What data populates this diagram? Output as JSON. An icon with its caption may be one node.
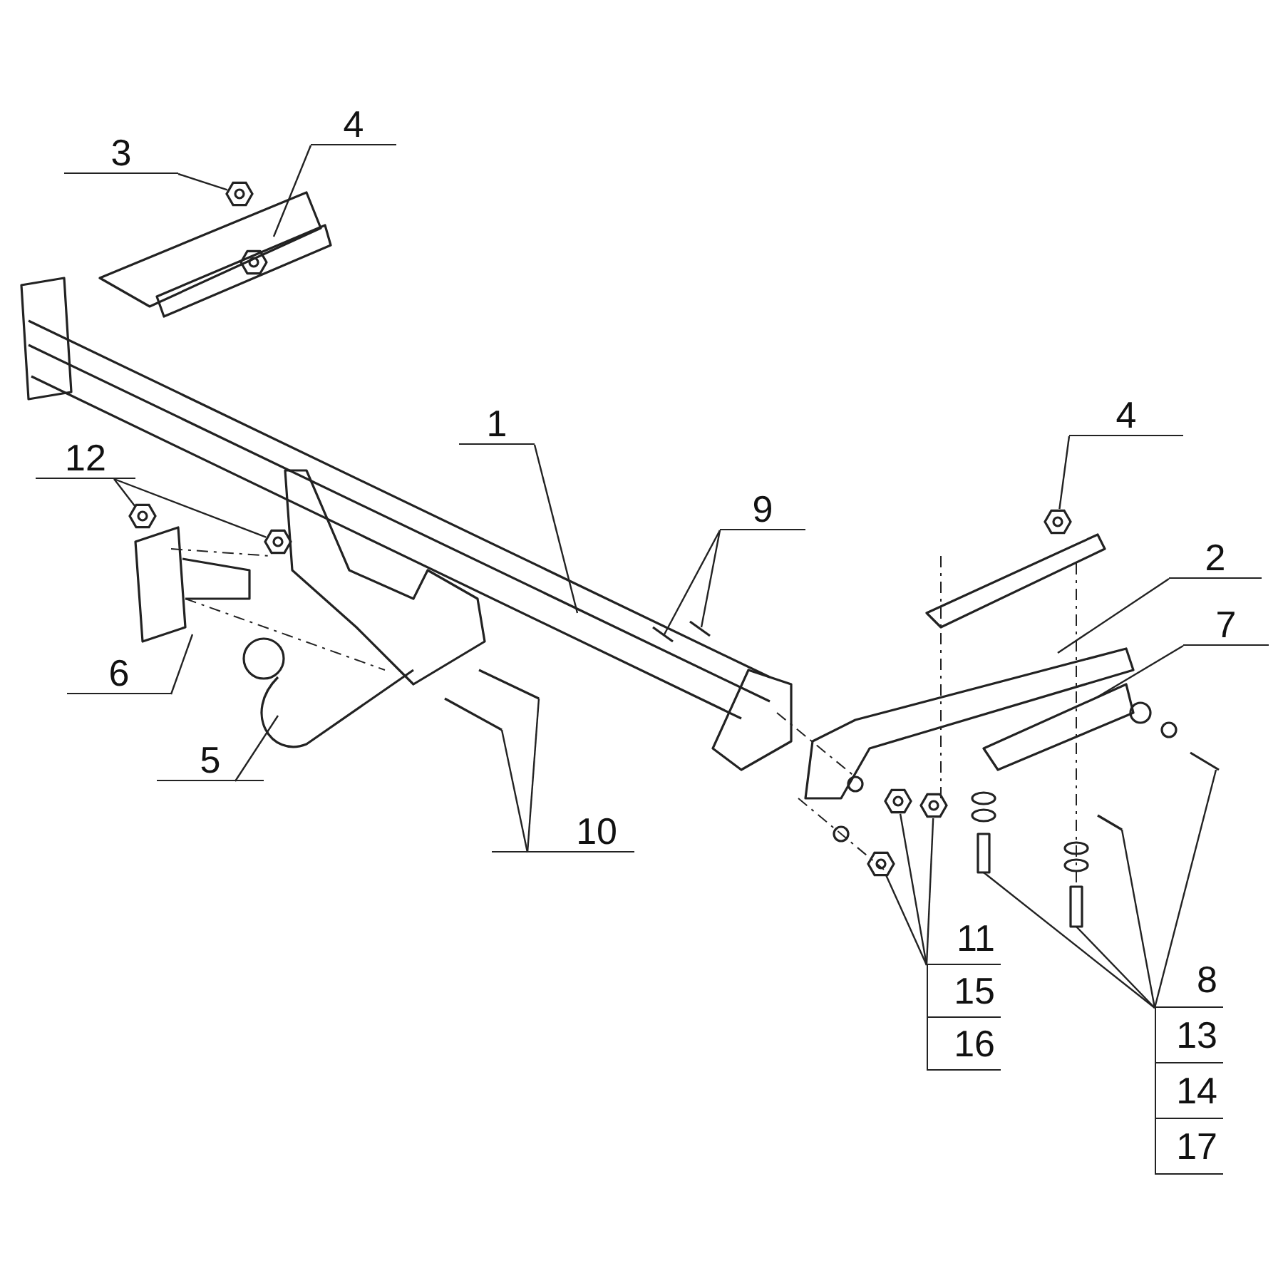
{
  "diagram": {
    "nodes": [
      {
        "text": [
          "3"
        ]
      },
      {
        "text": [
          "4"
        ]
      },
      {
        "text": [
          "1"
        ]
      },
      {
        "text": [
          "12"
        ]
      },
      {
        "text": [
          "9"
        ]
      },
      {
        "text": [
          "4"
        ]
      },
      {
        "text": [
          "2"
        ]
      },
      {
        "text": [
          "7"
        ]
      },
      {
        "text": [
          "6"
        ]
      },
      {
        "text": [
          "5"
        ]
      },
      {
        "text": [
          "10"
        ]
      },
      {
        "text": [
          "11",
          "15",
          "16"
        ]
      },
      {
        "text": [
          "8",
          "13",
          "14",
          "17"
        ]
      },
      {
        "text": [],
        "shape": "picture"
      },
      {
        "text": [],
        "shape": "picture"
      },
      {
        "text": [],
        "shape": "picture"
      },
      {
        "text": [],
        "shape": "picture"
      },
      {
        "text": [],
        "shape": "picture"
      },
      {
        "text": [],
        "shape": "picture"
      },
      {
        "text": [],
        "shape": "picture"
      }
    ],
    "edges": [
      {
        "from": 0,
        "to": 13,
        "arrow": "none"
      },
      {
        "from": 1,
        "to": null,
        "arrow": "none"
      },
      {
        "from": 2,
        "to": null,
        "arrow": "none"
      },
      {
        "from": 3,
        "to": 14,
        "arrow": "none"
      },
      {
        "from": 3,
        "to": 15,
        "arrow": "none"
      },
      {
        "from": 4,
        "to": null,
        "arrow": "none"
      },
      {
        "from": 4,
        "to": null,
        "arrow": "none"
      },
      {
        "from": 5,
        "to": 16,
        "arrow": "none"
      },
      {
        "from": 6,
        "to": null,
        "arrow": "none"
      },
      {
        "from": 7,
        "to": null,
        "arrow": "none"
      },
      {
        "from": 8,
        "to": null,
        "arrow": "none"
      },
      {
        "from": 9,
        "to": null,
        "arrow": "none"
      },
      {
        "from": 10,
        "to": null,
        "arrow": "none"
      },
      {
        "from": 10,
        "to": null,
        "arrow": "none"
      },
      {
        "from": 11,
        "to": 17,
        "arrow": "none"
      },
      {
        "from": 11,
        "to": 18,
        "arrow": "none"
      },
      {
        "from": 11,
        "to": 19,
        "arrow": "none"
      },
      {
        "from": 12,
        "to": null,
        "arrow": "none"
      },
      {
        "from": 12,
        "to": null,
        "arrow": "none"
      },
      {
        "from": 12,
        "to": null,
        "arrow": "none"
      },
      {
        "from": 12,
        "to": null,
        "arrow": "none"
      }
    ]
  }
}
